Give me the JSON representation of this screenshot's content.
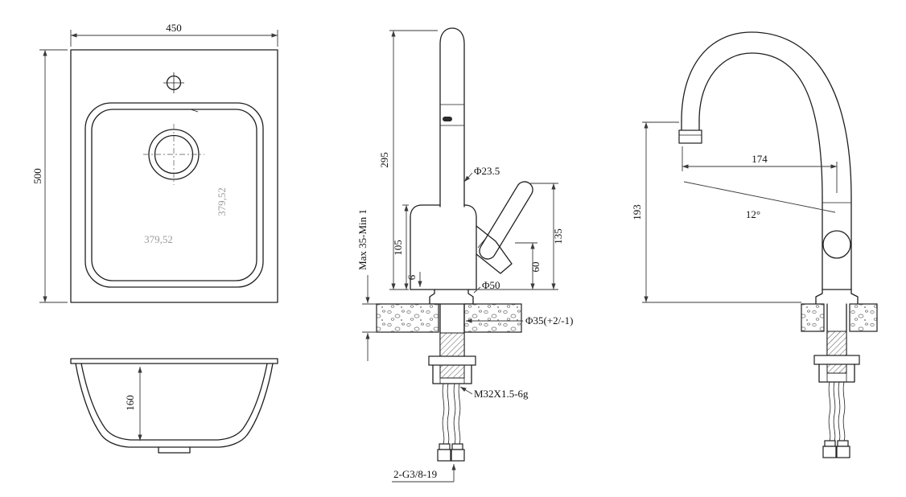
{
  "page": {
    "background": "#ffffff"
  },
  "colors": {
    "line": "#1f1f1f",
    "dimension": "#3a3a3a",
    "muted_label": "#9b9b9b"
  },
  "sink_top_view": {
    "overall_width": "450",
    "overall_depth": "500",
    "bowl_width": "379,52",
    "bowl_depth": "379,52"
  },
  "sink_section_view": {
    "bowl_height": "160"
  },
  "faucet_side_view": {
    "spout_height": "295",
    "body_height": "105",
    "deck_thickness_range": "Max 35-Min 1",
    "base_step": "6",
    "spout_tube_diameter": "Φ23.5",
    "handle_height": "135",
    "handle_offset": "60",
    "base_diameter": "Φ50",
    "mounting_hole_diameter": "Φ35(+2/-1)",
    "mounting_thread": "M32X1.5-6g",
    "hose_connection": "2-G3/8-19"
  },
  "faucet_front_view": {
    "spout_reach": "174",
    "spout_clearance": "193",
    "spout_angle": "12°"
  }
}
